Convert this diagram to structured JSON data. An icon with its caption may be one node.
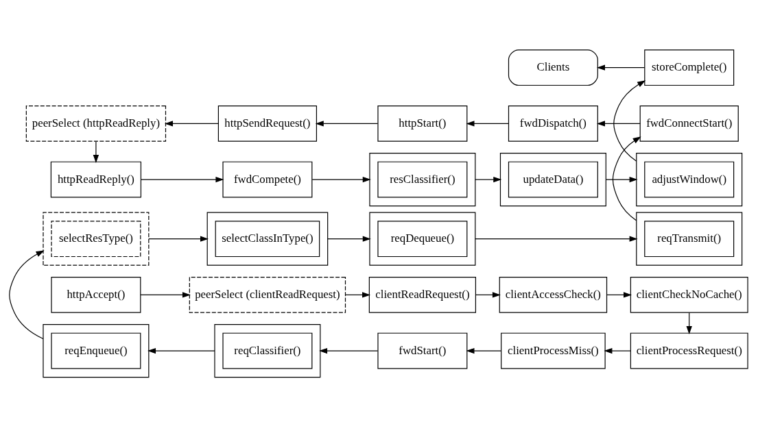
{
  "diagram": {
    "nodes": [
      {
        "text": [
          "httpAccept()"
        ]
      },
      {
        "text": [
          "peerSelect (clientReadRequest)"
        ]
      },
      {
        "text": [
          "clientReadRequest()"
        ]
      },
      {
        "text": [
          "clientAccessCheck()"
        ]
      },
      {
        "text": [
          "clientCheckNoCache()"
        ]
      },
      {
        "text": [],
        "shape": "box"
      },
      {
        "text": [
          "reqEnqueue()"
        ],
        "in": 5
      },
      {
        "text": [],
        "shape": "box"
      },
      {
        "text": [
          "reqClassifier()"
        ],
        "in": 7
      },
      {
        "text": [
          "fwdStart()"
        ]
      },
      {
        "text": [
          "clientProcessMiss()"
        ]
      },
      {
        "text": [
          "clientProcessRequest()"
        ]
      },
      {
        "text": [],
        "shape": "box"
      },
      {
        "text": [
          "selectResType()"
        ],
        "in": 12
      },
      {
        "text": [],
        "shape": "box"
      },
      {
        "text": [
          "selectClassInType()"
        ],
        "in": 14
      },
      {
        "text": [],
        "shape": "box"
      },
      {
        "text": [
          "reqDequeue()"
        ],
        "in": 16
      },
      {
        "text": [],
        "shape": "box"
      },
      {
        "text": [
          "reqTransmit()"
        ],
        "in": 18
      },
      {
        "text": [
          "peerSelect (httpReadReply)"
        ]
      },
      {
        "text": [
          "httpSendRequest()"
        ]
      },
      {
        "text": [
          "httpStart()"
        ]
      },
      {
        "text": [
          "fwdDispatch()"
        ]
      },
      {
        "text": [
          "fwdConnectStart()"
        ]
      },
      {
        "text": [
          "httpReadReply()"
        ]
      },
      {
        "text": [
          "fwdCompete()"
        ]
      },
      {
        "text": [],
        "shape": "box"
      },
      {
        "text": [
          "resClassifier()"
        ],
        "in": 27
      },
      {
        "text": [],
        "shape": "box"
      },
      {
        "text": [
          "updateData()"
        ],
        "in": 29
      },
      {
        "text": [],
        "shape": "box"
      },
      {
        "text": [
          "adjustWindow()"
        ],
        "in": 31
      },
      {
        "text": [
          "Clients"
        ]
      },
      {
        "text": [
          "storeComplete()"
        ]
      }
    ],
    "edges": [
      {
        "from": 0,
        "to": 1,
        "arrow": "to"
      },
      {
        "from": 1,
        "to": 2,
        "arrow": "to"
      },
      {
        "from": 2,
        "to": 3,
        "arrow": "to"
      },
      {
        "from": 3,
        "to": 4,
        "arrow": "to"
      },
      {
        "from": 4,
        "to": 11,
        "arrow": "to"
      },
      {
        "from": 11,
        "to": 10,
        "arrow": "to"
      },
      {
        "from": 10,
        "to": 9,
        "arrow": "to"
      },
      {
        "from": 9,
        "to": 7,
        "arrow": "to"
      },
      {
        "from": 7,
        "to": 5,
        "arrow": "to"
      },
      {
        "from": 5,
        "to": 12,
        "arrow": "to"
      },
      {
        "from": 12,
        "to": 14,
        "arrow": "to"
      },
      {
        "from": 14,
        "to": 16,
        "arrow": "to"
      },
      {
        "from": 16,
        "to": 18,
        "arrow": "to"
      },
      {
        "from": 18,
        "to": 24,
        "arrow": "to"
      },
      {
        "from": 24,
        "to": 23,
        "arrow": "to"
      },
      {
        "from": 23,
        "to": 22,
        "arrow": "to"
      },
      {
        "from": 22,
        "to": 21,
        "arrow": "to"
      },
      {
        "from": 21,
        "to": 20,
        "arrow": "to"
      },
      {
        "from": 20,
        "to": 25,
        "arrow": "to"
      },
      {
        "from": 25,
        "to": 26,
        "arrow": "to"
      },
      {
        "from": 26,
        "to": 27,
        "arrow": "to"
      },
      {
        "from": 27,
        "to": 29,
        "arrow": "to"
      },
      {
        "from": 29,
        "to": 31,
        "arrow": "to"
      },
      {
        "from": 31,
        "to": 34,
        "arrow": "to"
      },
      {
        "from": 34,
        "to": 33,
        "arrow": "to"
      }
    ]
  }
}
